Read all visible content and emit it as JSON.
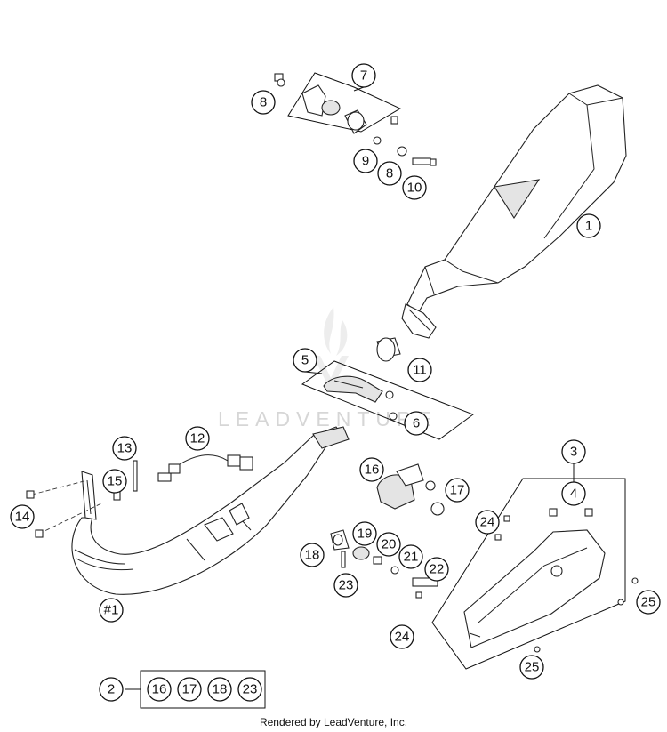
{
  "watermark": "LEADVENTURE",
  "footer": "Rendered by LeadVenture, Inc.",
  "callouts": [
    "1",
    "2",
    "3",
    "4",
    "5",
    "6",
    "7",
    "8",
    "8",
    "9",
    "10",
    "11",
    "12",
    "13",
    "14",
    "15",
    "16",
    "17",
    "18",
    "19",
    "20",
    "21",
    "22",
    "23",
    "24",
    "24",
    "25",
    "25",
    "#1",
    "16",
    "17",
    "18",
    "23"
  ]
}
